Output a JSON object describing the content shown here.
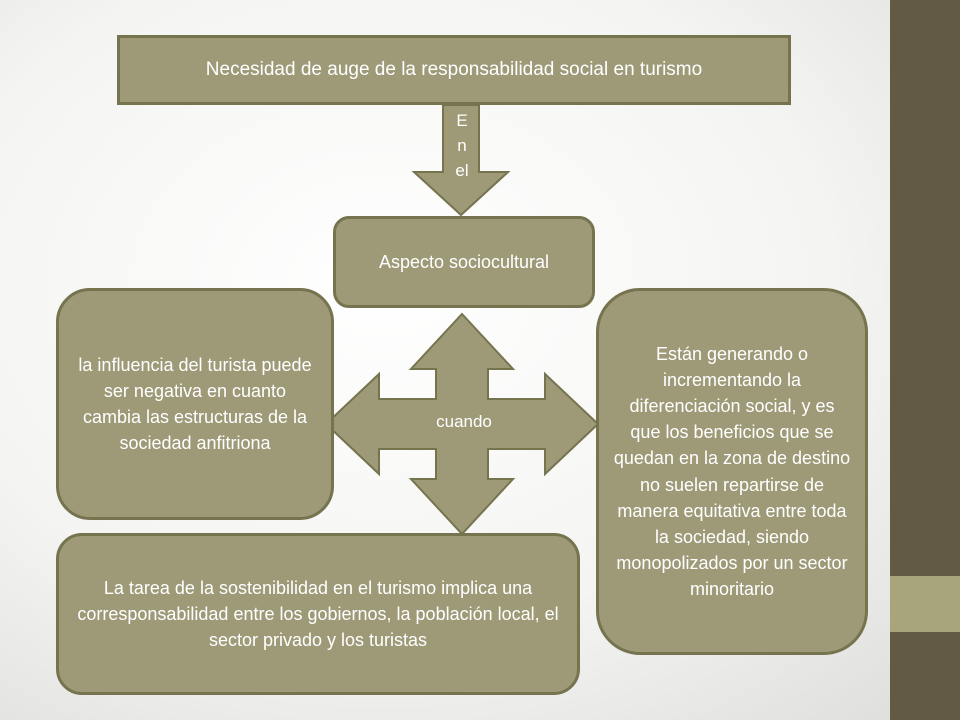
{
  "diagram": {
    "title": "Necesidad de auge de la responsabilidad social en turismo",
    "arrow_label_lines": [
      "E",
      "n",
      "el"
    ],
    "aspect": "Aspecto sociocultural",
    "cross_label": "cuando",
    "left_text": "la influencia del turista puede ser negativa en cuanto cambia las estructuras de la sociedad anfitriona",
    "right_text": "Están generando o incrementando la diferenciación social, y es que los beneficios que se quedan en la zona de destino no suelen repartirse de manera equitativa entre toda la sociedad, siendo monopolizados por un sector minoritario",
    "bottom_text": "La tarea de la sostenibilidad en el turismo implica una corresponsabilidad entre los gobiernos, la población local, el sector privado y los turistas"
  },
  "colors": {
    "box_fill": "#9e9a78",
    "box_border": "#76734f",
    "side_dark": "#635a45",
    "side_light": "#a8a47c",
    "text": "#ffffff"
  }
}
